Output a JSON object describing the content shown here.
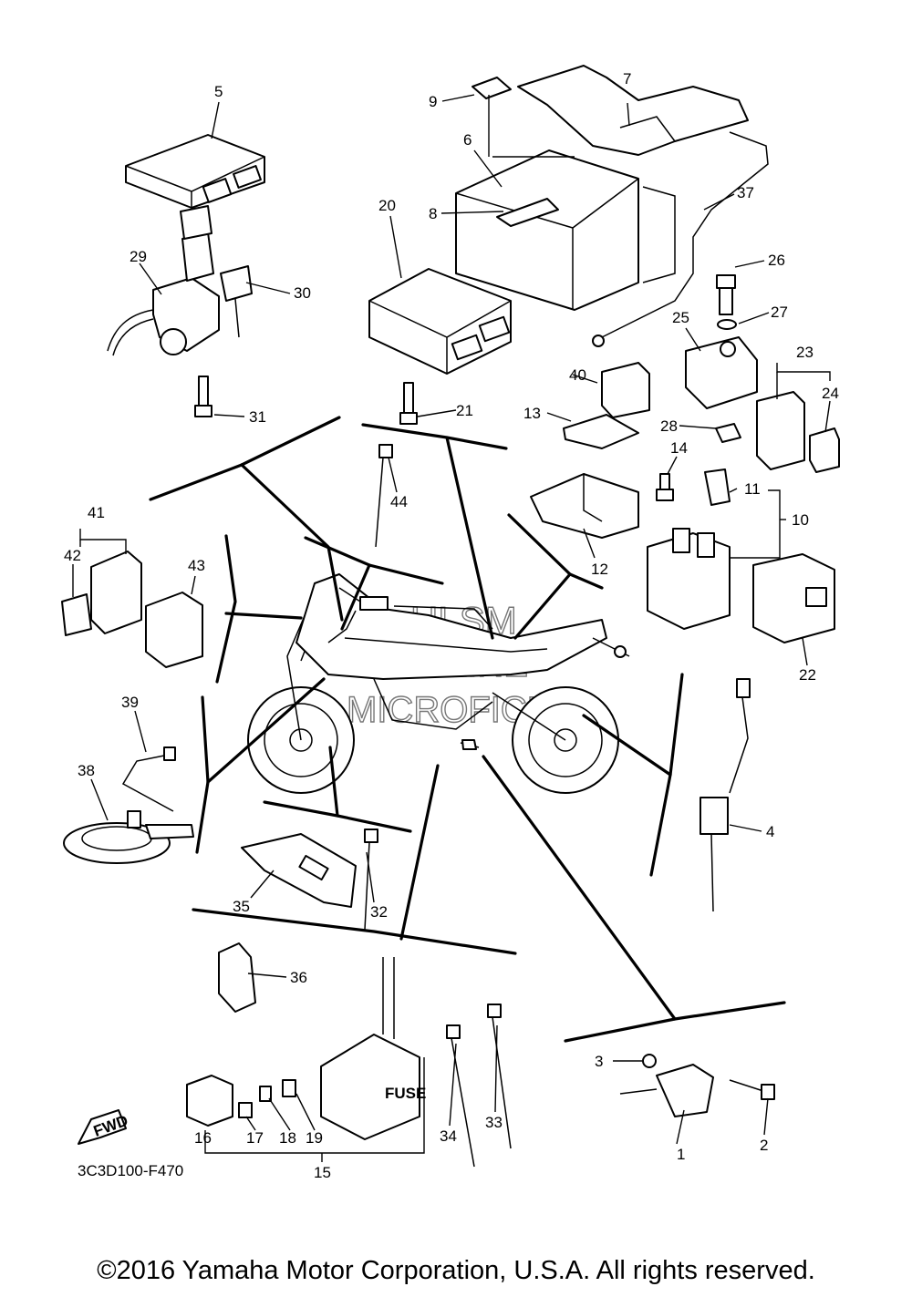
{
  "diagram": {
    "drawing_code": "3C3D100-F470",
    "fwd_label": "FWD",
    "fuse_label": "FUSE",
    "watermark": [
      "HLSM",
      "ONLINE",
      "MICROFICHE"
    ],
    "callouts": [
      "1",
      "2",
      "3",
      "4",
      "5",
      "6",
      "7",
      "8",
      "9",
      "10",
      "11",
      "12",
      "13",
      "14",
      "15",
      "16",
      "17",
      "18",
      "19",
      "20",
      "21",
      "22",
      "23",
      "24",
      "25",
      "26",
      "27",
      "28",
      "29",
      "30",
      "31",
      "32",
      "33",
      "34",
      "35",
      "36",
      "37",
      "38",
      "39",
      "40",
      "41",
      "42",
      "43",
      "44"
    ]
  },
  "footer": {
    "copyright": "©2016 Yamaha Motor Corporation, U.S.A. All rights reserved."
  }
}
